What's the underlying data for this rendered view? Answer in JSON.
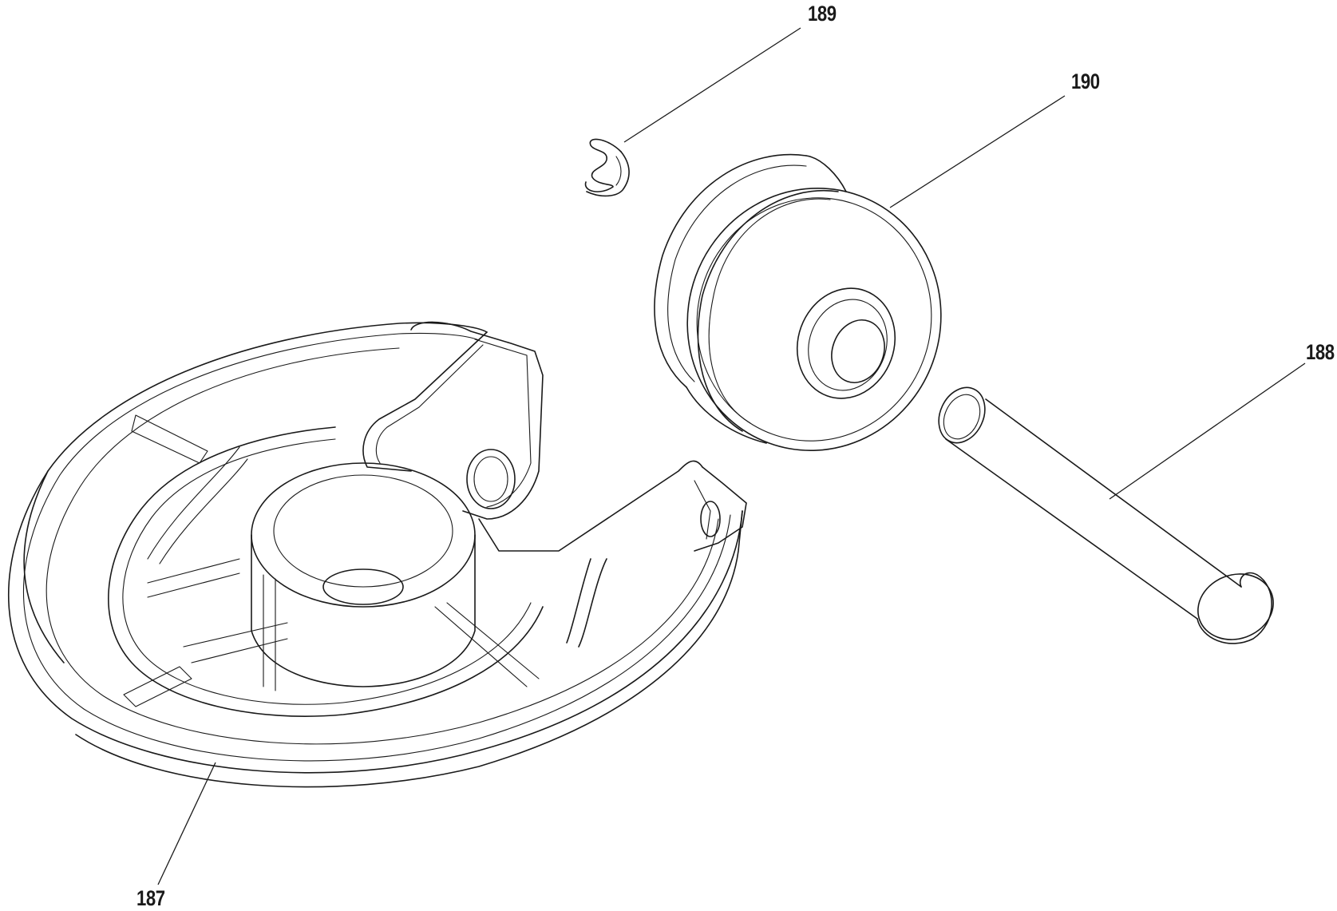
{
  "parts": [
    {
      "id": "part-187",
      "label": "187"
    },
    {
      "id": "part-188",
      "label": "188"
    },
    {
      "id": "part-189",
      "label": "189"
    },
    {
      "id": "part-190",
      "label": "190"
    }
  ]
}
